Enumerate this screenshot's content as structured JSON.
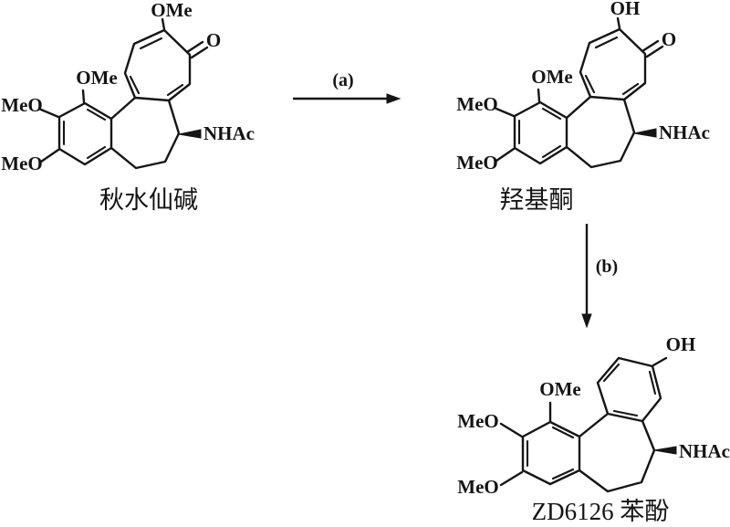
{
  "background": "#ffffff",
  "ink": "#151515",
  "reaction": {
    "arrow_a_label": "(a)",
    "arrow_b_label": "(b)"
  },
  "molecules": {
    "colchicine": {
      "name": "秋水仙碱",
      "top_substituent": "OMe",
      "ketone_oxygen": "O",
      "aryl_methoxy_top": "OMe",
      "aryl_methoxy_mid": "MeO",
      "aryl_methoxy_bottom": "MeO",
      "acetamido": "NHAc"
    },
    "hydroxy_ketone": {
      "name": "羟基酮",
      "top_substituent": "OH",
      "ketone_oxygen": "O",
      "aryl_methoxy_top": "OMe",
      "aryl_methoxy_mid": "MeO",
      "aryl_methoxy_bottom": "MeO",
      "acetamido": "NHAc"
    },
    "zd6126_phenol": {
      "name": "ZD6126 苯酚",
      "phenol_hydroxyl": "OH",
      "aryl_methoxy_top": "OMe",
      "aryl_methoxy_mid": "MeO",
      "aryl_methoxy_bottom": "MeO",
      "acetamido": "NHAc"
    }
  }
}
